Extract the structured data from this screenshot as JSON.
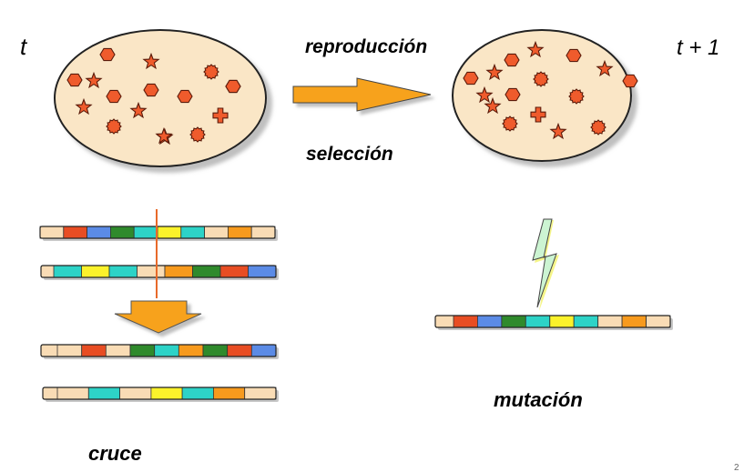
{
  "labels": {
    "time_t": "t",
    "time_t1": "t + 1",
    "reproduction": "reproducción",
    "selection": "selección",
    "crossover": "cruce",
    "mutation": "mutación",
    "page_number": "2"
  },
  "colors": {
    "population_fill": "#fae6c6",
    "individual_fill": "#ef5b2c",
    "arrow_fill": "#f7a21b",
    "lightning_fill": "#ccf4d2",
    "lightning_glow": "#f3f36b",
    "gene_palette": {
      "R": "#e84d23",
      "B": "#5b8be6",
      "G": "#2f8a2c",
      "C": "#2dd3c7",
      "Y": "#fbf22b",
      "O": "#f79a1d",
      "P": "#f9dcb5"
    }
  },
  "population_t": [
    "hexagon",
    "star",
    "hexagon",
    "star",
    "hexagon",
    "star",
    "circle",
    "star",
    "hexagon",
    "hexagon",
    "star",
    "hexagon",
    "circle",
    "circle",
    "star",
    "cross",
    "hexagon"
  ],
  "population_t1": [
    "hexagon",
    "star",
    "hexagon",
    "star",
    "circle",
    "star",
    "hexagon",
    "star",
    "hexagon",
    "circle",
    "hexagon",
    "star",
    "cross",
    "circle",
    "star",
    "circle"
  ],
  "chromosomes": {
    "parent_1": [
      "P",
      "R",
      "B",
      "G",
      "C",
      "Y",
      "C",
      "P",
      "O",
      "P"
    ],
    "parent_2": [
      "C",
      "Y",
      "C",
      "P",
      "O",
      "G",
      "R",
      "B"
    ],
    "child_1": [
      "P",
      "R",
      "P",
      "G",
      "C",
      "O",
      "G",
      "R",
      "B"
    ],
    "child_2": [
      "P",
      "C",
      "P",
      "Y",
      "C",
      "O",
      "P"
    ],
    "mutant": [
      "R",
      "B",
      "G",
      "C",
      "Y",
      "C",
      "P",
      "O",
      "P"
    ]
  }
}
